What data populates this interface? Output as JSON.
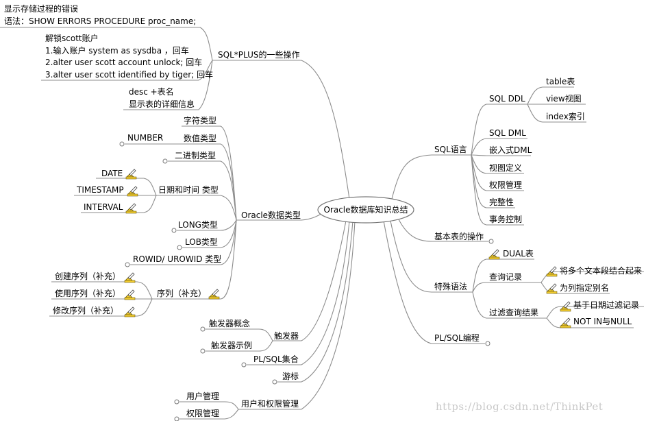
{
  "center": {
    "label": "Oracle数据库知识总结"
  },
  "left": {
    "sqlplus": {
      "label": "SQL*PLUS的一些操作",
      "errors": {
        "line1": "显示存储过程的错误",
        "line2": "语法：SHOW ERRORS PROCEDURE proc_name;"
      },
      "unlock": {
        "title": "解锁scott账户",
        "step1": "1.输入账户 system as sysdba ，回车",
        "step2": "2.alter user scott  account unlock; 回车",
        "step3": "3.alter user scott identified by tiger;  回车"
      },
      "desc": {
        "line1": "desc +表名",
        "line2": "显示表的详细信息"
      }
    },
    "datatypes": {
      "label": "Oracle数据类型",
      "char": "字符类型",
      "number": "数值类型",
      "number_child": "NUMBER",
      "binary": "二进制类型",
      "datetime": "日期和时间 类型",
      "date": "DATE",
      "timestamp": "TIMESTAMP",
      "interval": "INTERVAL",
      "long": "LONG类型",
      "lob": "LOB类型",
      "rowid": "ROWID/ UROWID 类型",
      "sequence": "序列（补充）",
      "seq_create": "创建序列（补充）",
      "seq_use": "使用序列（补充）",
      "seq_modify": "修改序列（补充）"
    },
    "trigger": {
      "label": "触发器",
      "concept": "触发器概念",
      "example": "触发器示例"
    },
    "plsql_set": "PL/SQL集合",
    "cursor": "游标",
    "users": {
      "label": "用户和权限管理",
      "user_mgmt": "用户管理",
      "perm_mgmt": "权限管理"
    }
  },
  "right": {
    "sql": {
      "label": "SQL语言",
      "ddl": "SQL DDL",
      "table": "table表",
      "view": "view视图",
      "index": "index索引",
      "dml": "SQL DML",
      "embedded": "嵌入式DML",
      "view_def": "视图定义",
      "perm": "权限管理",
      "integrity": "完整性",
      "txn": "事务控制"
    },
    "basic_table_ops": "基本表的操作",
    "special": {
      "label": "特殊语法",
      "dual": "DUAL表",
      "query": "查询记录",
      "concat": "将多个文本段结合起来",
      "alias": "为列指定别名",
      "filter": "过滤查询结果",
      "date_filter": "基于日期过滤记录",
      "notin": "NOT IN与NULL"
    },
    "plsql": "PL/SQL编程"
  },
  "watermark": "https://blog.csdn.net/ThinkPet",
  "colors": {
    "line": "#8c8c8c",
    "note_icon": "#f2cc2e"
  }
}
